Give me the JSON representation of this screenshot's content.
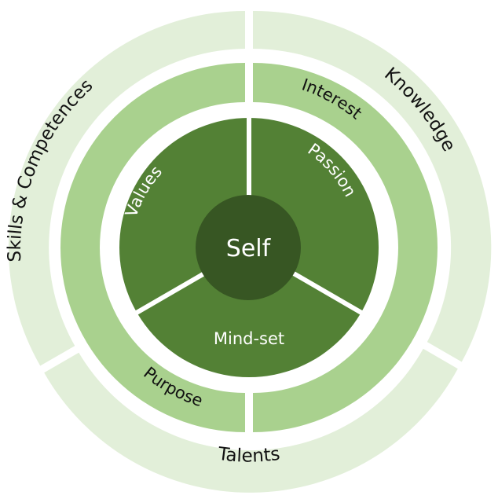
{
  "title": "Self development circle",
  "colors": {
    "outer_ring": "#e2efd9",
    "middle_ring": "#a9d18e",
    "inner_ring": "#538135",
    "core": "#375623",
    "separator": "#ffffff",
    "dark_text": "#111111",
    "light_text": "#ffffff"
  },
  "core": {
    "label": "Self"
  },
  "inner_ring": {
    "segments": [
      {
        "label": "Values"
      },
      {
        "label": "Passion"
      },
      {
        "label": "Mind-set"
      }
    ]
  },
  "middle_ring": {
    "labels": [
      {
        "label": "Interest"
      },
      {
        "label": "Purpose"
      }
    ]
  },
  "outer_ring": {
    "segments": [
      {
        "label": "Skills & Competences"
      },
      {
        "label": "Knowledge"
      },
      {
        "label": "Talents"
      }
    ]
  }
}
